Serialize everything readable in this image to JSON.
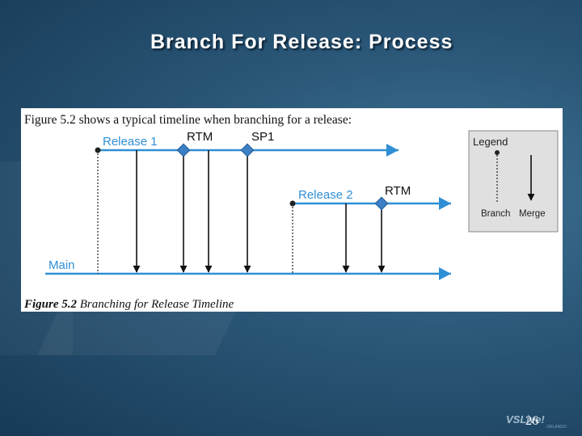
{
  "slide": {
    "title": "Branch For Release: Process",
    "page_number": "26",
    "logo_text": "VSLive!",
    "logo_subtext": "ORLANDO"
  },
  "figure": {
    "intro_text": "Figure 5.2 shows a typical timeline when branching for a release:",
    "caption_bold": "Figure 5.2",
    "caption_italic": " Branching for Release Timeline",
    "release1_label": "Release 1",
    "release2_label": "Release 2",
    "main_label": "Main",
    "rtm1_label": "RTM",
    "sp1_label": "SP1",
    "rtm2_label": "RTM",
    "legend": {
      "title": "Legend",
      "branch_label": "Branch",
      "merge_label": "Merge"
    },
    "colors": {
      "timeline": "#2f8fd6",
      "marker": "#3d7fc4",
      "label": "#2f8fd6",
      "legend_bg": "#e0e0e0"
    }
  }
}
